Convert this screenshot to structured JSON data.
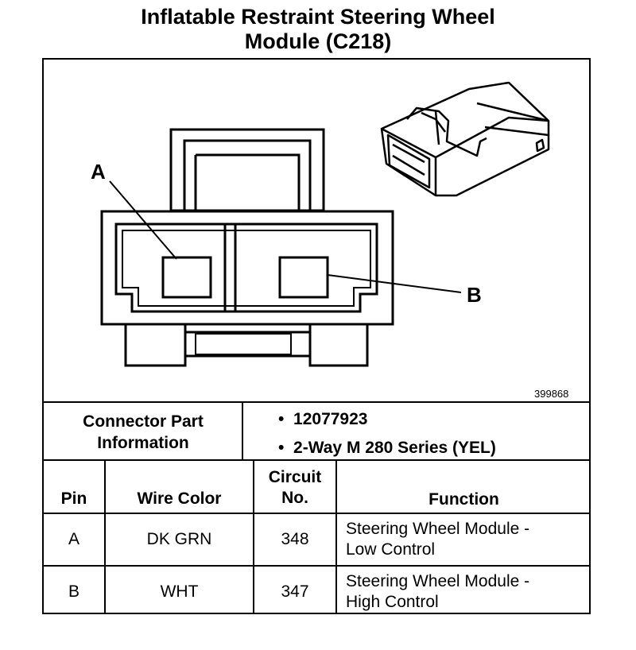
{
  "title": {
    "line1": "Inflatable Restraint Steering Wheel",
    "line2": "Module (C218)"
  },
  "diagram": {
    "label_a": "A",
    "label_b": "B",
    "figure_number": "399868"
  },
  "connector_info": {
    "heading_line1": "Connector Part",
    "heading_line2": "Information",
    "items": [
      "12077923",
      "2-Way M 280 Series (YEL)"
    ]
  },
  "table": {
    "headers": {
      "pin": "Pin",
      "wire_color": "Wire Color",
      "circuit_line1": "Circuit",
      "circuit_line2": "No.",
      "function": "Function"
    },
    "rows": [
      {
        "pin": "A",
        "wire_color": "DK GRN",
        "circuit": "348",
        "function_line1": "Steering Wheel Module -",
        "function_line2": "Low Control"
      },
      {
        "pin": "B",
        "wire_color": "WHT",
        "circuit": "347",
        "function_line1": "Steering Wheel Module -",
        "function_line2": "High Control"
      }
    ]
  }
}
